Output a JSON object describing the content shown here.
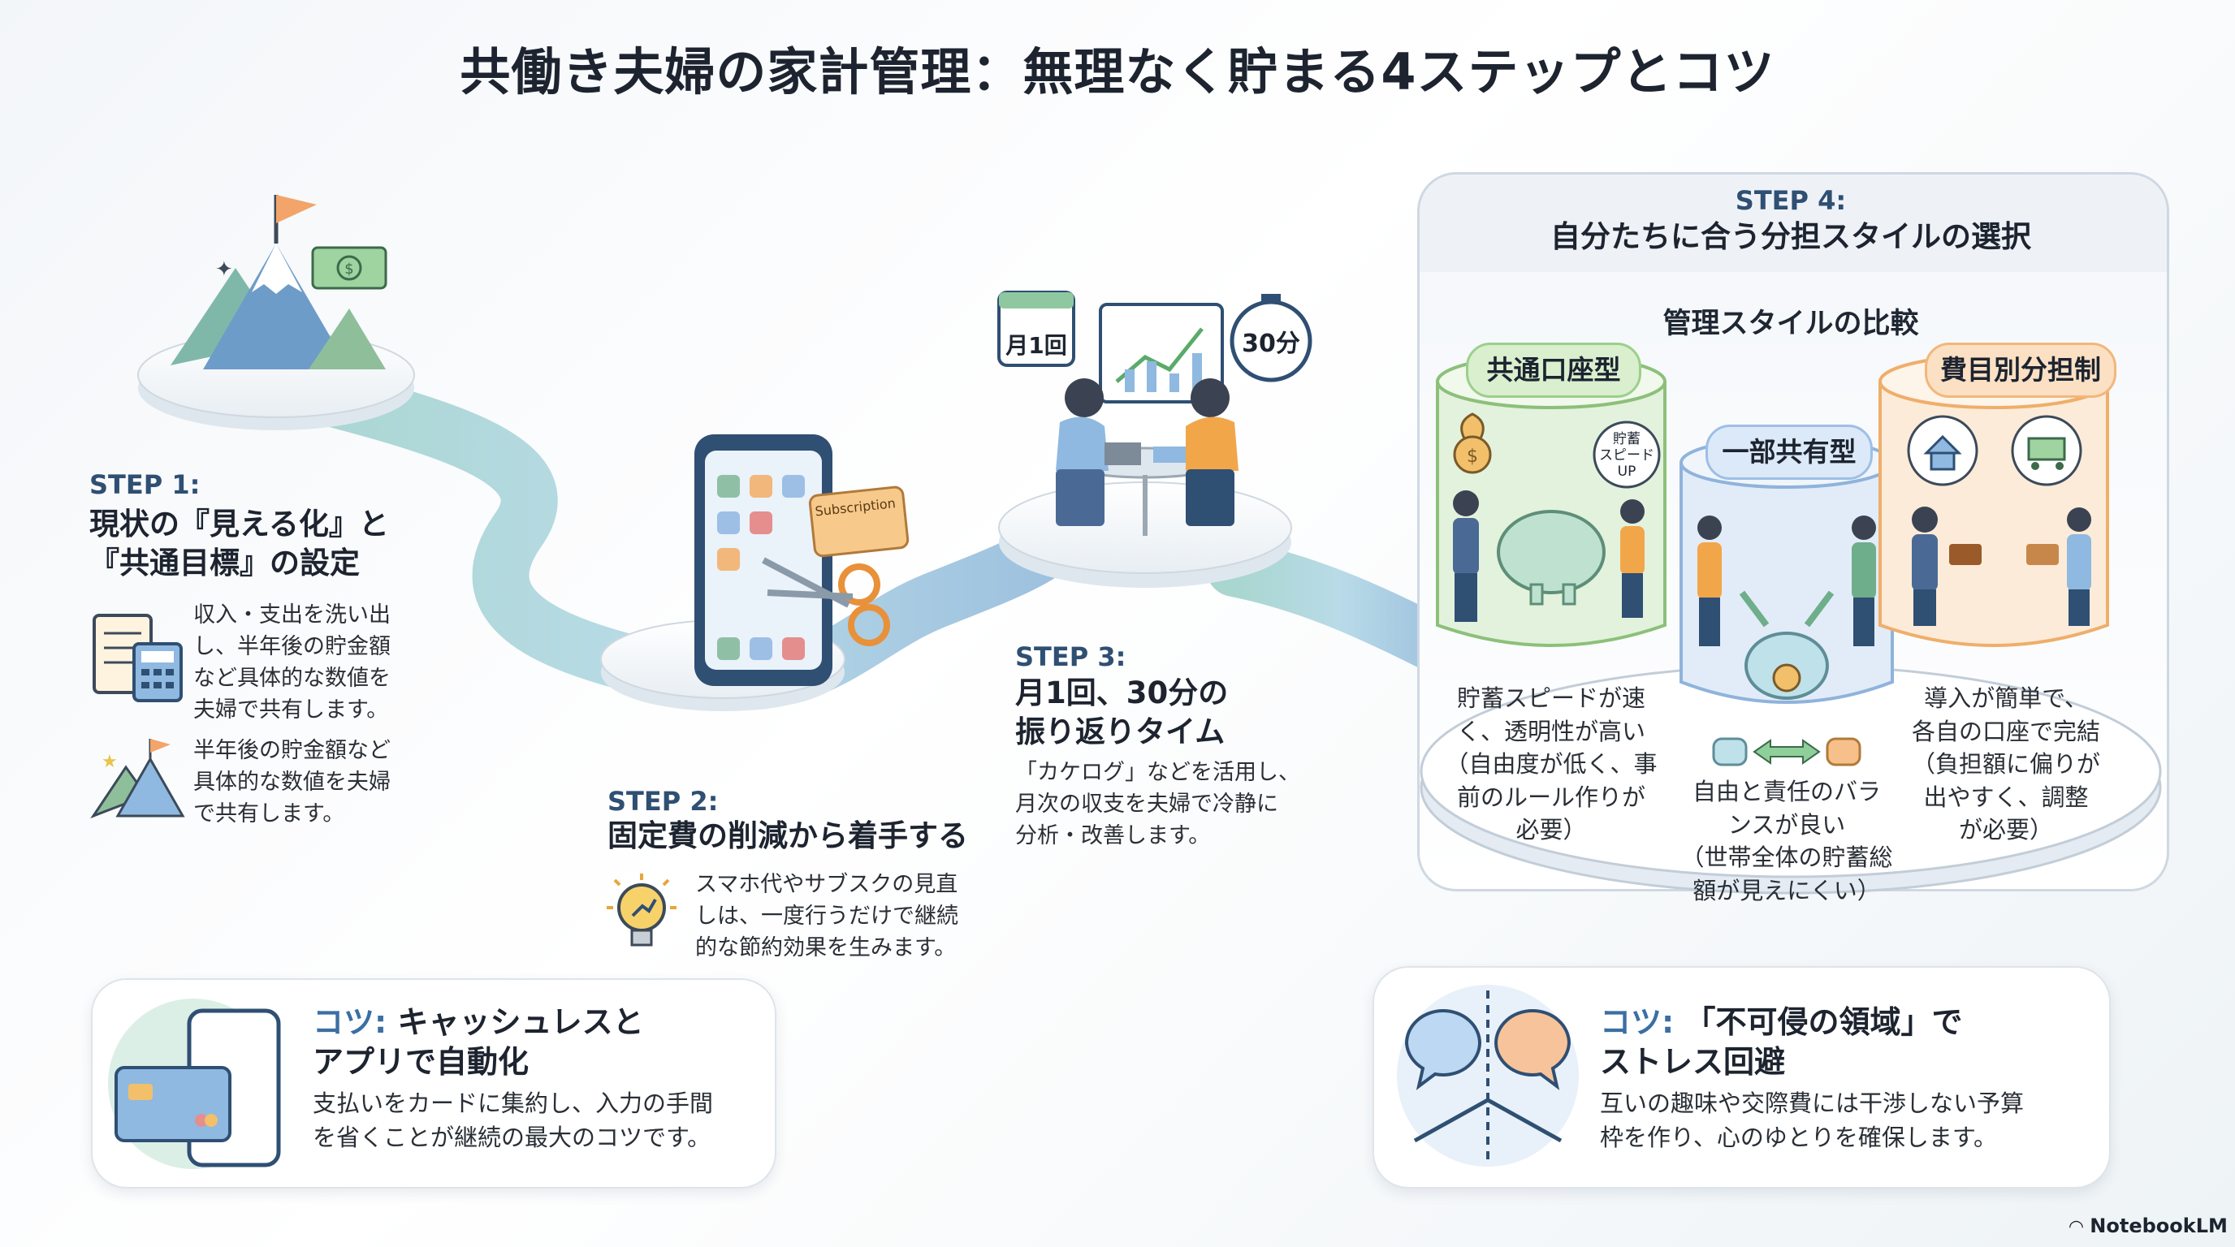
{
  "title": "共働き夫婦の家計管理：無理なく貯まる4ステップとコツ",
  "step1": {
    "label": "STEP 1:",
    "title_line1": "現状の『見える化』と",
    "title_line2": "『共通目標』の設定",
    "text1": [
      "収入・支出を洗い出",
      "し、半年後の貯金額",
      "など具体的な数値を",
      "夫婦で共有します。"
    ],
    "text2": [
      "半年後の貯金額など",
      "具体的な数値を夫婦",
      "で共有します。"
    ]
  },
  "step2": {
    "label": "STEP 2:",
    "title": "固定費の削減から着手する",
    "text": [
      "スマホ代やサブスクの見直",
      "しは、一度行うだけで継続",
      "的な節約効果を生みます。"
    ],
    "card_label": "Subscription"
  },
  "step3": {
    "label": "STEP 3:",
    "title_line1": "月1回、30分の",
    "title_line2": "振り返りタイム",
    "text": [
      "「カケログ」などを活用し、",
      "月次の収支を夫婦で冷静に",
      "分析・改善します。"
    ],
    "calendar_label": "月1回",
    "timer_label": "30分"
  },
  "step4": {
    "label": "STEP 4:",
    "title": "自分たちに合う分担スタイルの選択",
    "comparison_title": "管理スタイルの比較",
    "styles": [
      {
        "name": "共通口座型",
        "badge": [
          "貯蓄",
          "スピード",
          "UP"
        ],
        "desc": [
          "貯蓄スピードが速",
          "く、透明性が高い",
          "（自由度が低く、事",
          "前のルール作りが",
          "必要）"
        ],
        "color": "#9ccf8b"
      },
      {
        "name": "一部共有型",
        "desc": [
          "自由と責任のバラ",
          "ンスが良い",
          "（世帯全体の貯蓄総",
          "額が見えにくい）"
        ],
        "color": "#9dbfe6"
      },
      {
        "name": "費目別分担制",
        "desc": [
          "導入が簡単で、",
          "各自の口座で完結",
          "（負担額に偏りが",
          "出やすく、調整",
          "が必要）"
        ],
        "color": "#f2b77a"
      }
    ]
  },
  "tip1": {
    "label": "コツ:",
    "title_rest": "キャッシュレスと",
    "title_line2": "アプリで自動化",
    "text": [
      "支払いをカードに集約し、入力の手間",
      "を省くことが継続の最大のコツです。"
    ]
  },
  "tip2": {
    "label": "コツ:",
    "title_rest": "「不可侵の領域」で",
    "title_line2": "ストレス回避",
    "text": [
      "互いの趣味や交際費には干渉しない予算",
      "枠を作り、心のゆとりを確保します。"
    ]
  },
  "branding": "NotebookLM",
  "colors": {
    "green": "#8cc8a0",
    "blue": "#8fb9e0",
    "orange": "#f2b77a",
    "navy": "#2f4f73",
    "path": "#b9d9e3"
  }
}
